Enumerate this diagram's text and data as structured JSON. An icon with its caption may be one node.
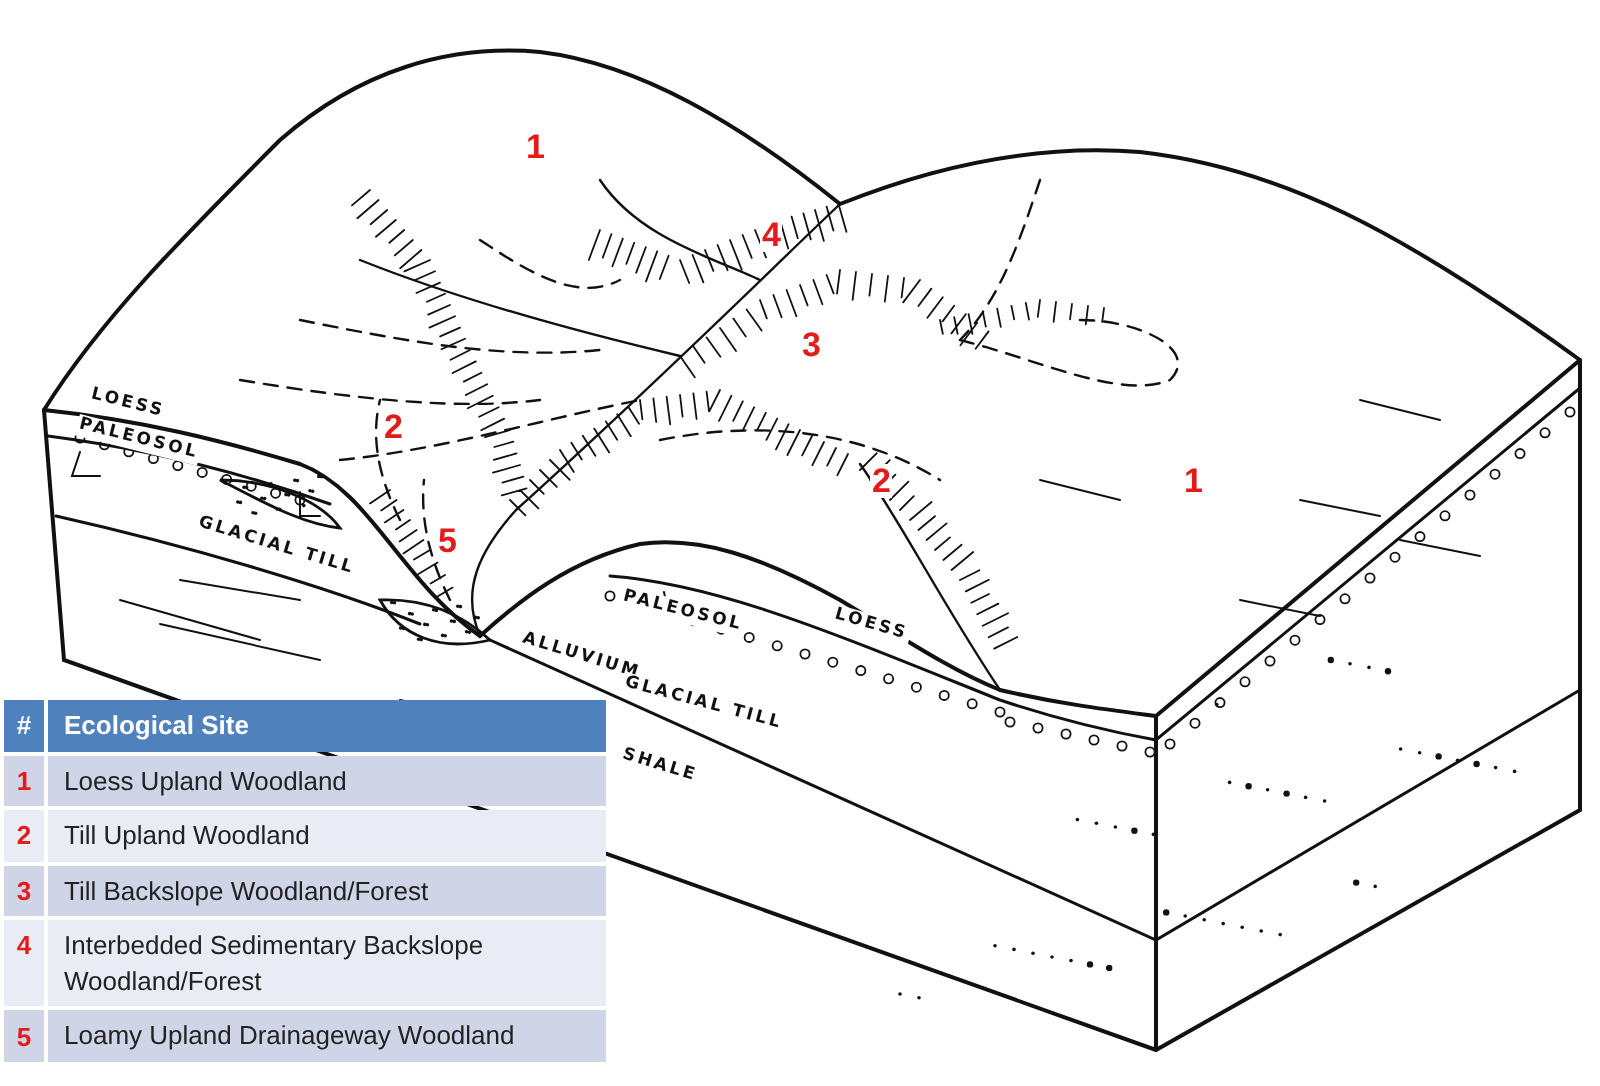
{
  "diagram": {
    "labels": [
      "1",
      "4",
      "3",
      "LOESS",
      "PALEOSOL",
      "2",
      "2",
      "1",
      "GLACIAL TILL",
      "5",
      "PALEOSOL",
      "LOESS",
      "ALLUVIUM",
      "GLACIAL TILL",
      "SHALE",
      "#",
      "Ecological Site",
      "1",
      "Loess Upland Woodland",
      "2",
      "Till Upland Woodland",
      "3",
      "Till Backslope Woodland/Forest",
      "4",
      "Interbedded Sedimentary Backslope Woodland/Forest",
      "5",
      "Loamy Upland Drainageway Woodland"
    ]
  }
}
